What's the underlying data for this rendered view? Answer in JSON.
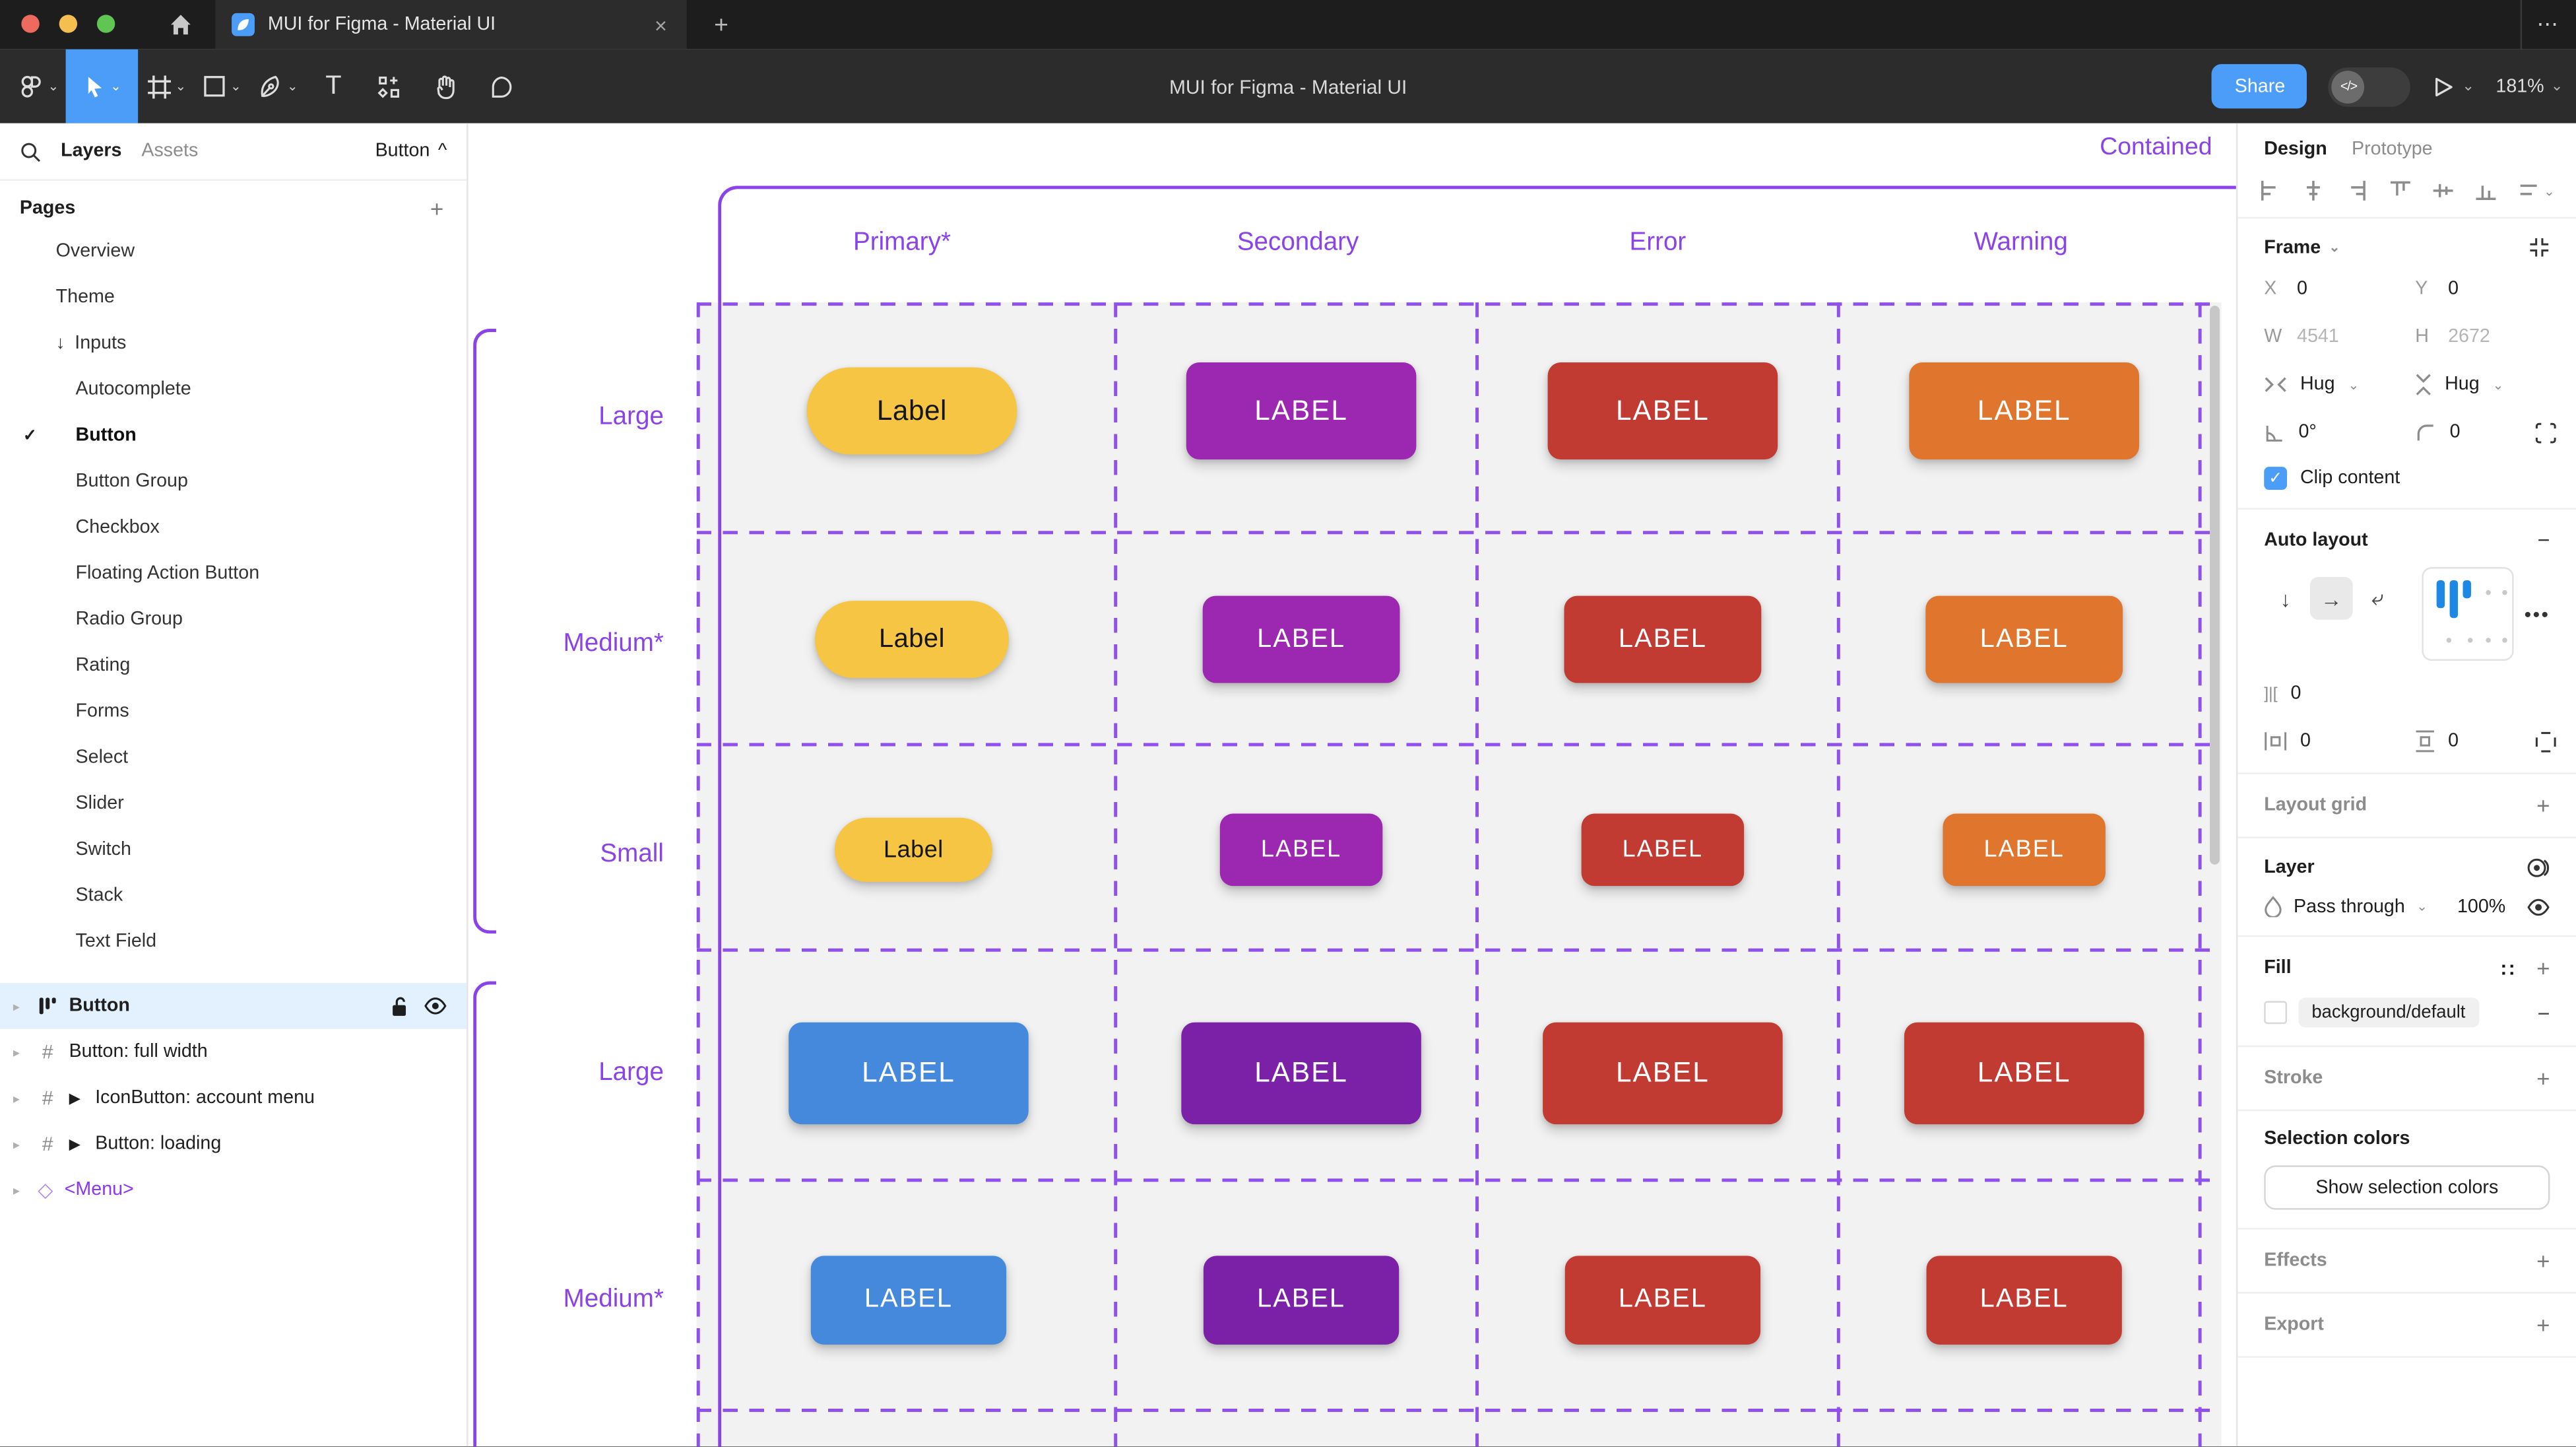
{
  "colors": {
    "accent_purple": "#8a43e8",
    "figma_blue": "#4c9df8",
    "selected_layer_row": "#e3f1ff",
    "grid_cell_bg": "#f2f2f2",
    "titlebar_bg": "#1d1d1d",
    "toolbar_bg": "#2c2c2c"
  },
  "icons": {
    "check": "✓",
    "down_arrow": "↓",
    "caret_up": "^",
    "chevron_down": "⌄",
    "plus": "+",
    "minus": "−",
    "more_h": "⋯",
    "more_dots": "•••",
    "close": "×",
    "expand": "▸",
    "play_marker": "▶",
    "component": "◇",
    "hash": "#",
    "gap_icon": "]|[",
    "styles_dots": "::",
    "text_tool": "T",
    "dev_toggle": "</>"
  },
  "window": {
    "tab_title": "MUI for Figma - Material UI",
    "toolbar_title": "MUI for Figma - Material UI",
    "share_label": "Share",
    "zoom_level": "181%"
  },
  "sidebar": {
    "tabs": {
      "layers": "Layers",
      "assets": "Assets"
    },
    "page_chip": "Button",
    "pages_header": "Pages",
    "pages": [
      {
        "label": "Overview"
      },
      {
        "label": "Theme"
      },
      {
        "label": "Inputs"
      },
      {
        "label": "Autocomplete"
      },
      {
        "label": "Button"
      },
      {
        "label": "Button Group"
      },
      {
        "label": "Checkbox"
      },
      {
        "label": "Floating Action Button"
      },
      {
        "label": "Radio Group"
      },
      {
        "label": "Rating"
      },
      {
        "label": "Forms"
      },
      {
        "label": "Select"
      },
      {
        "label": "Slider"
      },
      {
        "label": "Switch"
      },
      {
        "label": "Stack"
      },
      {
        "label": "Text Field"
      }
    ],
    "layers": [
      {
        "label": "Button"
      },
      {
        "label": "Button: full width"
      },
      {
        "label": "IconButton: account menu"
      },
      {
        "label": "Button: loading"
      },
      {
        "label": "<Menu>"
      }
    ]
  },
  "canvas": {
    "frame_title": "Contained",
    "columns": [
      "Primary*",
      "Secondary",
      "Error",
      "Warning"
    ],
    "rows": [
      {
        "label": "Large",
        "buttons": [
          {
            "text": "Label",
            "bg": "#f5c543",
            "fg": "#161616"
          },
          {
            "text": "LABEL",
            "bg": "#9c27b0",
            "fg": "#ffffff"
          },
          {
            "text": "LABEL",
            "bg": "#c23b33",
            "fg": "#ffffff"
          },
          {
            "text": "LABEL",
            "bg": "#e0762e",
            "fg": "#ffffff"
          }
        ]
      },
      {
        "label": "Medium*",
        "buttons": [
          {
            "text": "Label",
            "bg": "#f5c543",
            "fg": "#161616"
          },
          {
            "text": "LABEL",
            "bg": "#9c27b0",
            "fg": "#ffffff"
          },
          {
            "text": "LABEL",
            "bg": "#c23b33",
            "fg": "#ffffff"
          },
          {
            "text": "LABEL",
            "bg": "#e0762e",
            "fg": "#ffffff"
          }
        ]
      },
      {
        "label": "Small",
        "buttons": [
          {
            "text": "Label",
            "bg": "#f5c543",
            "fg": "#161616"
          },
          {
            "text": "LABEL",
            "bg": "#9c27b0",
            "fg": "#ffffff"
          },
          {
            "text": "LABEL",
            "bg": "#c23b33",
            "fg": "#ffffff"
          },
          {
            "text": "LABEL",
            "bg": "#e0762e",
            "fg": "#ffffff"
          }
        ]
      },
      {
        "label": "Large",
        "buttons": [
          {
            "text": "LABEL",
            "bg": "#4589dc",
            "fg": "#ffffff"
          },
          {
            "text": "LABEL",
            "bg": "#7b21a8",
            "fg": "#ffffff"
          },
          {
            "text": "LABEL",
            "bg": "#c23b33",
            "fg": "#ffffff"
          },
          {
            "text": "LABEL",
            "bg": "#c23b33",
            "fg": "#ffffff"
          }
        ]
      },
      {
        "label": "Medium*",
        "buttons": [
          {
            "text": "LABEL",
            "bg": "#4589dc",
            "fg": "#ffffff"
          },
          {
            "text": "LABEL",
            "bg": "#7b21a8",
            "fg": "#ffffff"
          },
          {
            "text": "LABEL",
            "bg": "#c23b33",
            "fg": "#ffffff"
          },
          {
            "text": "LABEL",
            "bg": "#c23b33",
            "fg": "#ffffff"
          }
        ]
      }
    ]
  },
  "panel": {
    "tabs": {
      "design": "Design",
      "prototype": "Prototype"
    },
    "frame": {
      "title": "Frame",
      "x_label": "X",
      "x": "0",
      "y_label": "Y",
      "y": "0",
      "w_label": "W",
      "w": "4541",
      "h_label": "H",
      "h": "2672",
      "hug_h": "Hug",
      "hug_v": "Hug",
      "rotation": "0°",
      "radius": "0",
      "clip_label": "Clip content"
    },
    "auto_layout": {
      "title": "Auto layout",
      "gap": "0",
      "pad_h": "0",
      "pad_v": "0"
    },
    "layout_grid": {
      "title": "Layout grid"
    },
    "layer": {
      "title": "Layer",
      "blend": "Pass through",
      "opacity": "100%"
    },
    "fill": {
      "title": "Fill",
      "token": "background/default"
    },
    "stroke": {
      "title": "Stroke"
    },
    "selection_colors": {
      "title": "Selection colors",
      "button": "Show selection colors"
    },
    "effects": {
      "title": "Effects"
    },
    "export": {
      "title": "Export"
    }
  }
}
